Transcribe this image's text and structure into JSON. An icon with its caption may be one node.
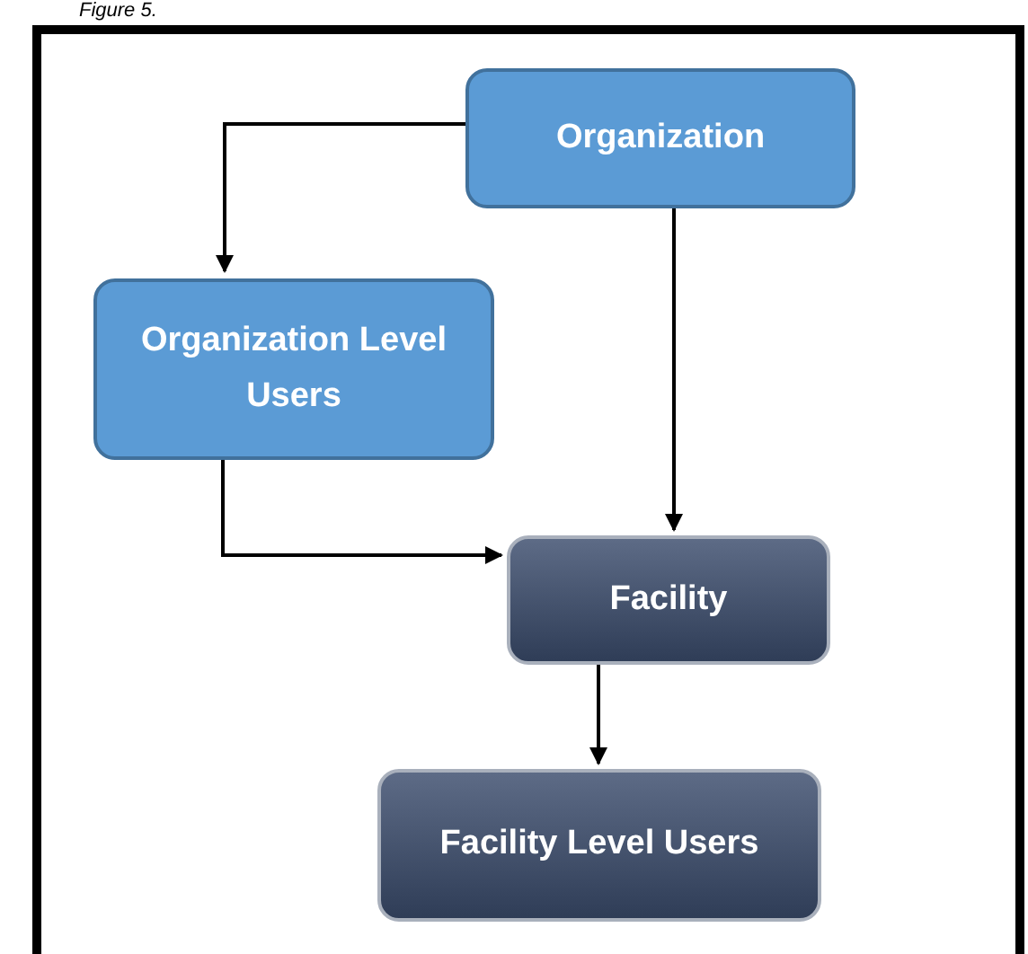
{
  "diagram": {
    "nodes": [
      {
        "text": [
          "Organization"
        ]
      },
      {
        "text": [
          "Organization Level Users"
        ]
      },
      {
        "text": [
          "Facility"
        ]
      },
      {
        "text": [
          "Facility Level Users"
        ]
      }
    ],
    "edges": [
      {
        "from": 0,
        "to": 1,
        "arrow": "to"
      },
      {
        "from": 0,
        "to": 2,
        "arrow": "to"
      },
      {
        "from": 1,
        "to": 2,
        "arrow": "to"
      },
      {
        "from": 2,
        "to": 3,
        "arrow": "to"
      }
    ],
    "labels": [
      "Figure 5."
    ]
  }
}
